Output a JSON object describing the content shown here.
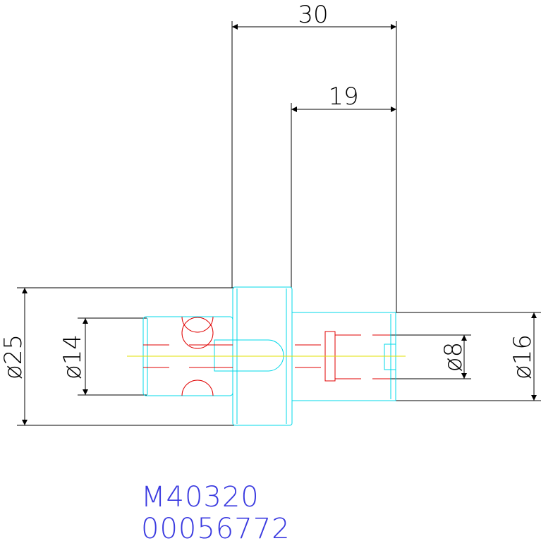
{
  "dimensions": {
    "overall_length": "30",
    "shank_length": "19",
    "head_diameter": "ø25",
    "bore_diameter": "ø14",
    "pin_diameter": "ø8",
    "shank_diameter": "ø16"
  },
  "part": {
    "number": "M40320",
    "code": "00056772"
  },
  "colors": {
    "dimension_lines": "#000000",
    "outline": "#00d8e8",
    "hidden_lines": "#e00000",
    "center_line": "#e0e000",
    "text": "#3a3ae0"
  }
}
